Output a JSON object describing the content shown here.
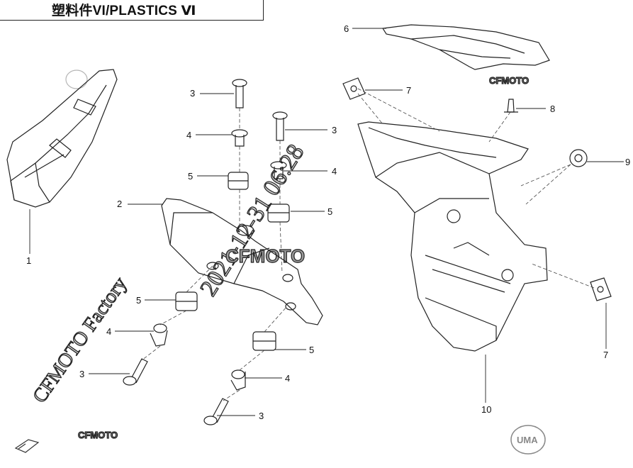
{
  "header": {
    "title": "塑料件VI/PLASTICS Ⅵ"
  },
  "callouts": [
    "1",
    "2",
    "3",
    "3",
    "3",
    "3",
    "4",
    "4",
    "4",
    "4",
    "5",
    "5",
    "5",
    "5",
    "6",
    "7",
    "7",
    "8",
    "9",
    "10"
  ],
  "watermarks": {
    "brand_center": "CFMOTO",
    "brand_small": "CFMOTO",
    "uma_logo": "UMA",
    "diagonal_date": "2021-12-31 06:28",
    "diagonal_name": "CFMOTO Factory"
  },
  "icons": {
    "front_direction": "front-arrow-icon"
  }
}
